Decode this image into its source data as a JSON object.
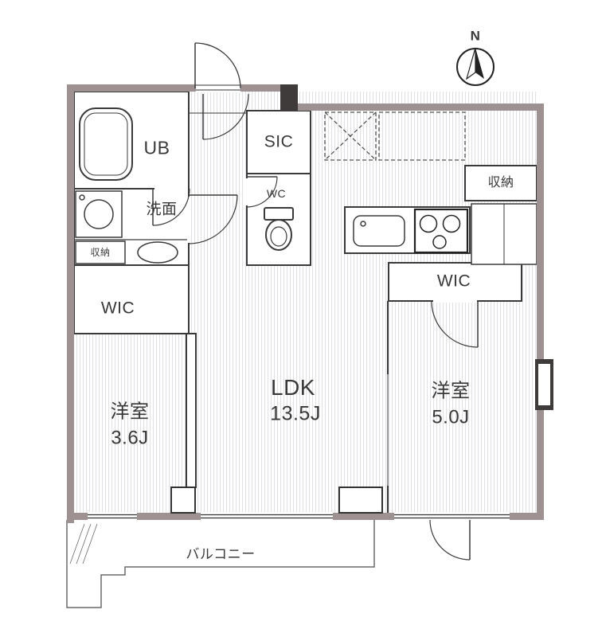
{
  "compass": {
    "north_label": "N"
  },
  "rooms": {
    "unit_bath": {
      "label": "UB"
    },
    "washroom": {
      "label": "洗面"
    },
    "storage_left": {
      "label": "収納"
    },
    "wic_left": {
      "label": "WIC"
    },
    "bedroom_left": {
      "name": "洋室",
      "size": "3.6J"
    },
    "shoe_closet": {
      "label": "SIC"
    },
    "toilet": {
      "label": "WC"
    },
    "ldk": {
      "name": "LDK",
      "size": "13.5J"
    },
    "storage_right": {
      "label": "収納"
    },
    "wic_right": {
      "label": "WIC"
    },
    "bedroom_right": {
      "name": "洋室",
      "size": "5.0J"
    },
    "balcony": {
      "label": "バルコニー"
    }
  },
  "colors": {
    "wall": "#9e9191",
    "line": "#3a3a3a",
    "floor_stripe": "#dcdfe3"
  }
}
